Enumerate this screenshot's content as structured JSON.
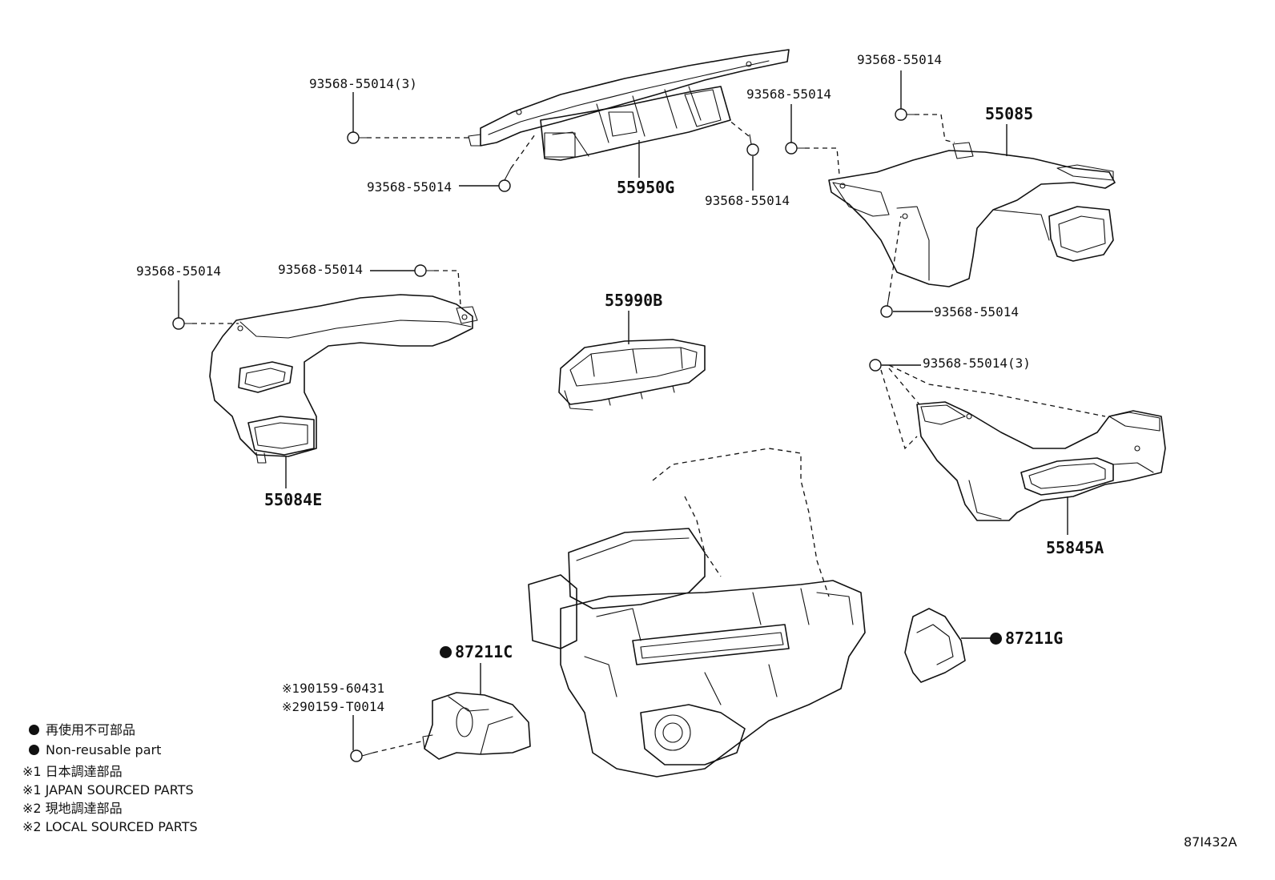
{
  "parts": {
    "p55950g": {
      "label": "55950G"
    },
    "p55085": {
      "label": "55085"
    },
    "p55084e": {
      "label": "55084E"
    },
    "p55990b": {
      "label": "55990B"
    },
    "p55845a": {
      "label": "55845A"
    },
    "p87211c": {
      "label": "87211C"
    },
    "p87211g": {
      "label": "87211G"
    }
  },
  "fasteners": {
    "f1": {
      "label": "93568-55014(3)"
    },
    "f2": {
      "label": "93568-55014"
    },
    "f3": {
      "label": "93568-55014"
    },
    "f4": {
      "label": "93568-55014"
    },
    "f5": {
      "label": "93568-55014"
    },
    "f6": {
      "label": "93568-55014"
    },
    "f7": {
      "label": "93568-55014"
    },
    "f8": {
      "label": "93568-55014"
    },
    "f9": {
      "label": "93568-55014(3)"
    }
  },
  "screw_notes": {
    "mark1": "※1",
    "part1": "90159-60431",
    "mark2": "※2",
    "part2": "90159-T0014"
  },
  "legend": {
    "line1": "再使用不可部品",
    "line2": "Non-reusable part",
    "line3": "※1 日本調達部品",
    "line4": "※1 JAPAN SOURCED PARTS",
    "line5": "※2 現地調達部品",
    "line6": "※2 LOCAL SOURCED PARTS"
  },
  "illustration_code": "87I432A"
}
